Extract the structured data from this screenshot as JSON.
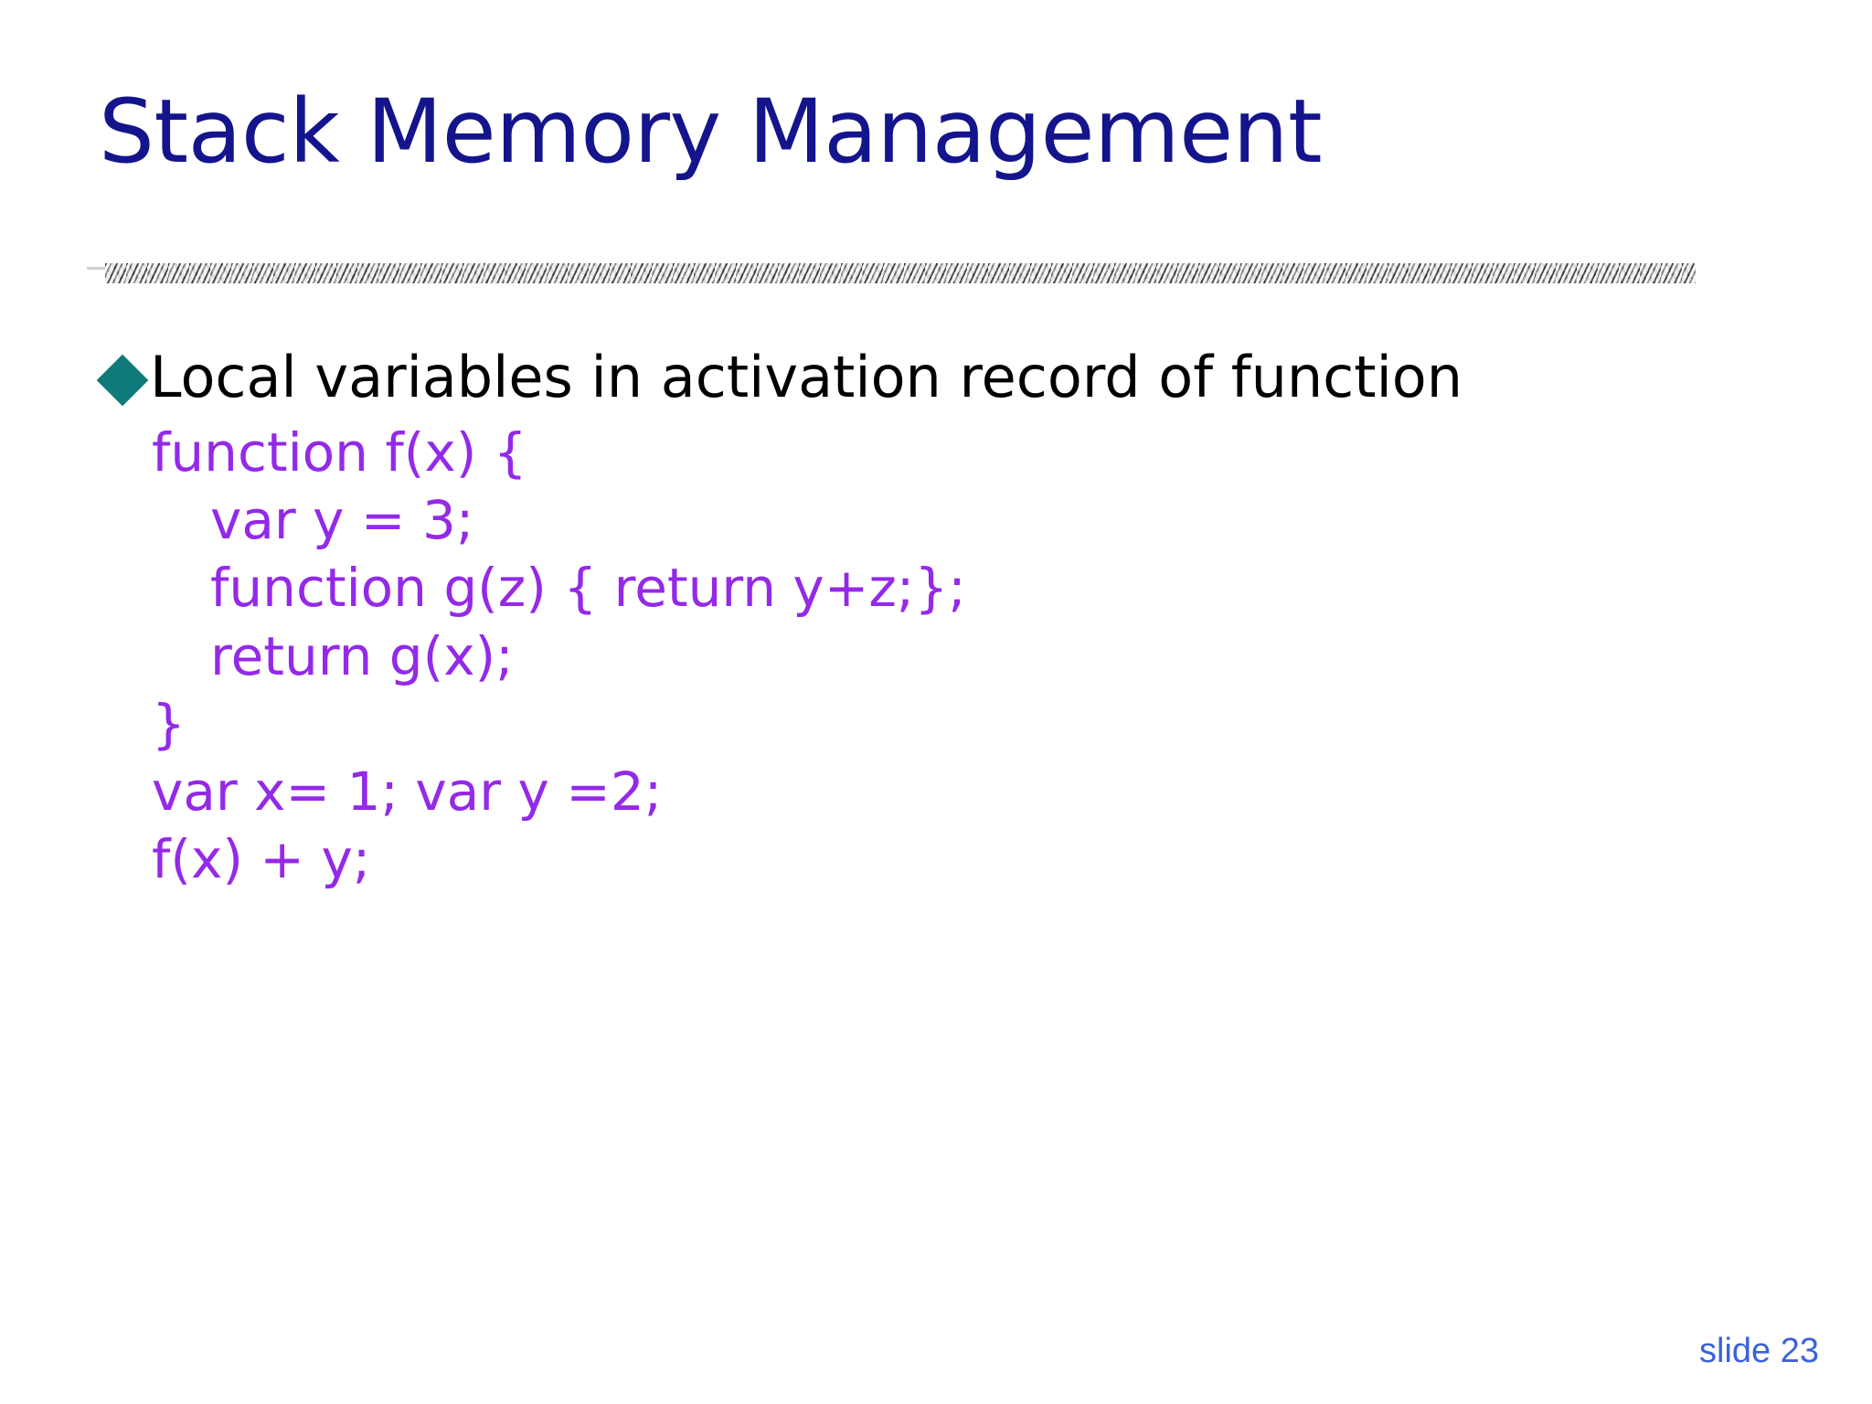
{
  "slide": {
    "title": "Stack Memory Management",
    "title_color": "#14148C",
    "background_color": "#FFFFFF",
    "divider": {
      "name": "speckled-granite-rule",
      "color": "#D8D8D8"
    },
    "body": {
      "bullet": {
        "marker_shape": "diamond",
        "marker_color": "#0E7A7A",
        "text": "Local variables in activation record of function",
        "text_color": "#000000"
      },
      "code": {
        "color": "#9429E8",
        "lines": [
          {
            "text": "function f(x) {",
            "indent": 0
          },
          {
            "text": "var y = 3;",
            "indent": 1
          },
          {
            "text": "function g(z) { return y+z;};",
            "indent": 1
          },
          {
            "text": "return g(x);",
            "indent": 1
          },
          {
            "text": "}",
            "indent": 0
          },
          {
            "text": "var x= 1; var y =2;",
            "indent": 0
          },
          {
            "text": "f(x) + y;",
            "indent": 0
          }
        ]
      }
    },
    "footer": {
      "slide_number_label": "slide 23",
      "slide_number_color": "#3A62DA"
    }
  }
}
